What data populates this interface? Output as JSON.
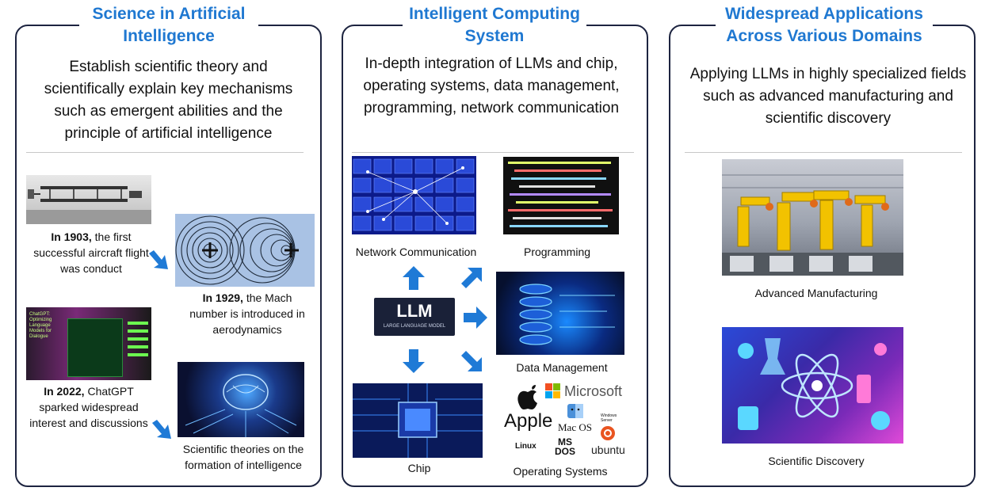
{
  "panels": [
    {
      "title_line1": "Science in Artificial",
      "title_line2": "Intelligence",
      "description": "Establish scientific theory and scientifically explain key mechanisms such as emergent abilities and the principle of artificial intelligence",
      "items": [
        {
          "bold": "In 1903,",
          "text": " the first successful aircraft flight was conduct"
        },
        {
          "bold": "In 1929,",
          "text": " the Mach number is introduced in aerodynamics"
        },
        {
          "bold": "In 2022,",
          "text": " ChatGPT sparked widespread interest and discussions"
        },
        {
          "bold": "",
          "text": "Scientific theories on the formation of intelligence"
        }
      ],
      "chatgpt_screen_text": "ChatGPT: Optimizing Language Models for Dialogue"
    },
    {
      "title_line1": "Intelligent Computing",
      "title_line2": "System",
      "description": "In-depth integration of LLMs and chip, operating systems, data management, programming, network communication",
      "center_label": "LLM",
      "center_sublabel": "LARGE LANGUAGE MODEL",
      "labels": {
        "network": "Network Communication",
        "programming": "Programming",
        "data": "Data Management",
        "chip": "Chip",
        "os": "Operating Systems"
      },
      "os_logos": {
        "microsoft": "Microsoft",
        "apple": "Apple",
        "macos": "Mac OS",
        "windows_server": "Windows Server",
        "linux": "Linux",
        "msdos": "MS DOS",
        "ubuntu": "ubuntu"
      }
    },
    {
      "title_line1": "Widespread Applications",
      "title_line2": "Across Various Domains",
      "description": "Applying LLMs in highly specialized fields such as advanced manufacturing and scientific discovery",
      "labels": {
        "manufacturing": "Advanced Manufacturing",
        "discovery": "Scientific Discovery"
      }
    }
  ],
  "colors": {
    "title": "#1f78d1",
    "border": "#1d2440",
    "arrow": "#1f7ad6"
  }
}
